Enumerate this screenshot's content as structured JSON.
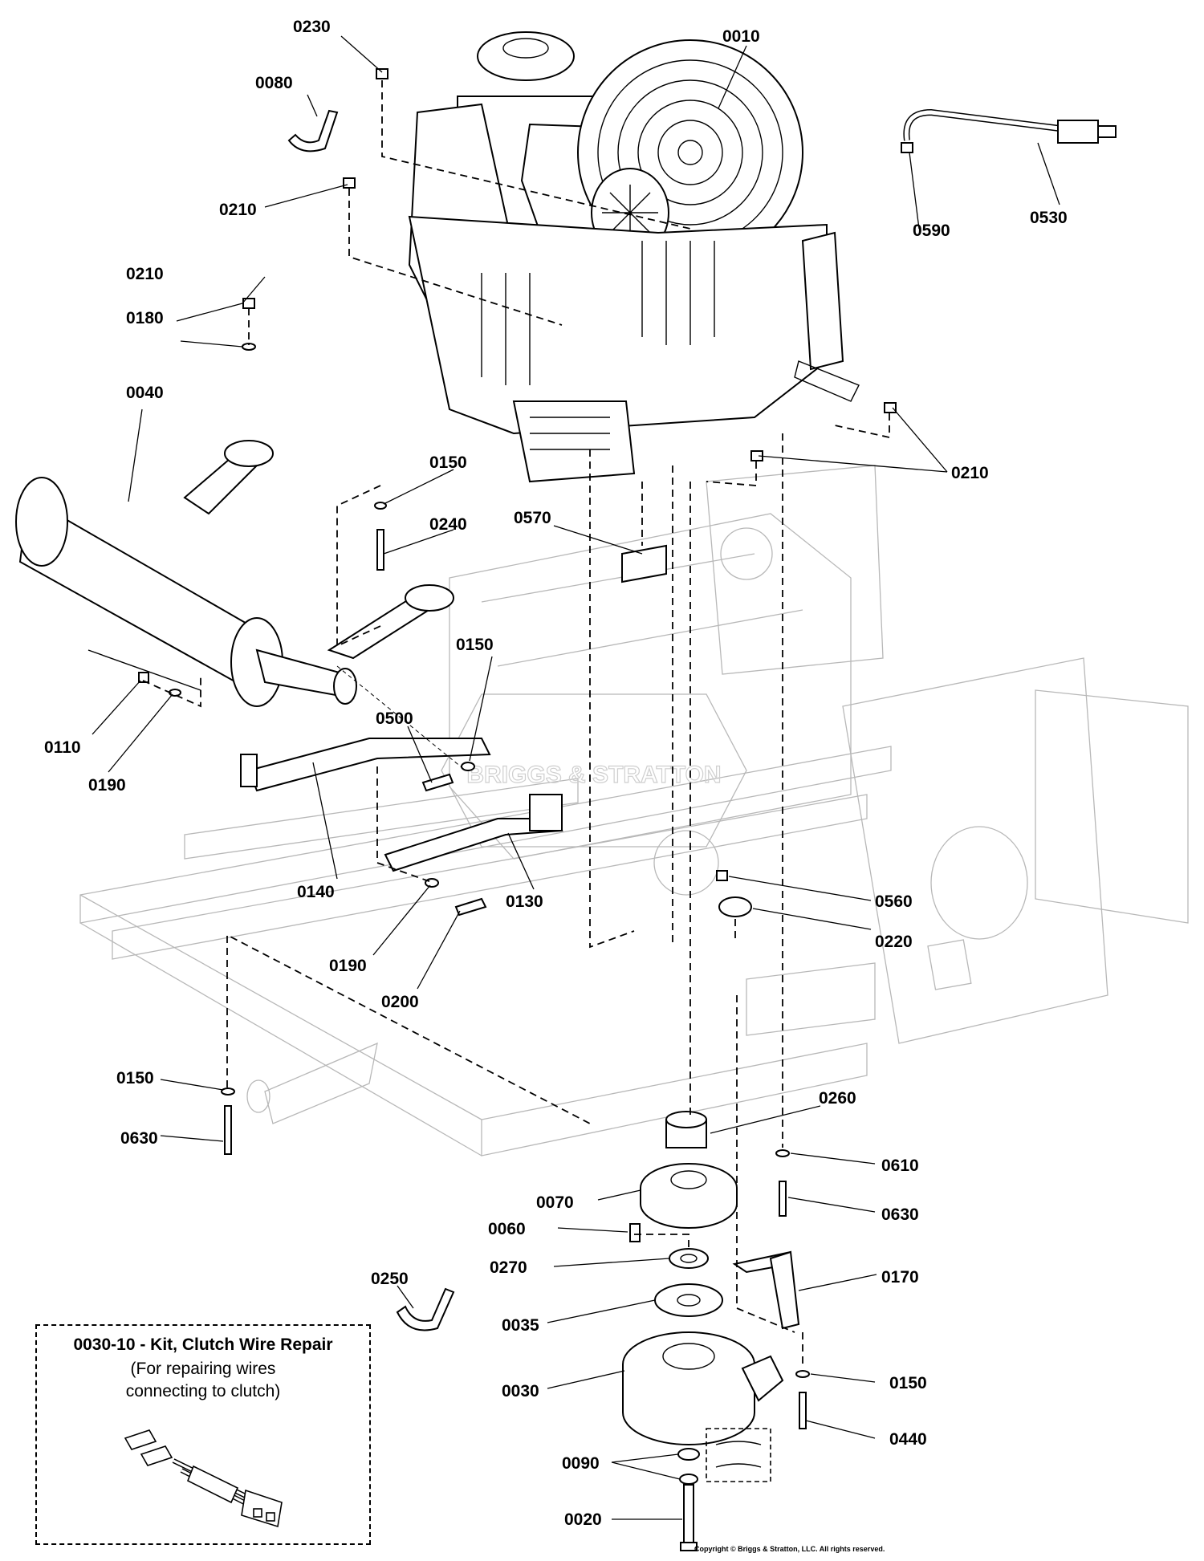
{
  "callouts": {
    "c0230": "0230",
    "c0010": "0010",
    "c0080": "0080",
    "c0210a": "0210",
    "c0590": "0590",
    "c0530": "0530",
    "c0210b": "0210",
    "c0180": "0180",
    "c0040": "0040",
    "c0150a": "0150",
    "c0210c": "0210",
    "c0240": "0240",
    "c0570": "0570",
    "c0150b": "0150",
    "c0110": "0110",
    "c0500": "0500",
    "c0190a": "0190",
    "c0140": "0140",
    "c0130": "0130",
    "c0560": "0560",
    "c0220": "0220",
    "c0190b": "0190",
    "c0200": "0200",
    "c0150c": "0150",
    "c0630a": "0630",
    "c0260": "0260",
    "c0610": "0610",
    "c0070": "0070",
    "c0630b": "0630",
    "c0060": "0060",
    "c0270": "0270",
    "c0170": "0170",
    "c0250": "0250",
    "c0035": "0035",
    "c0030": "0030",
    "c0150d": "0150",
    "c0440": "0440",
    "c0090": "0090",
    "c0020": "0020"
  },
  "kit": {
    "title": "0030-10 - Kit, Clutch Wire Repair",
    "line1": "(For repairing wires",
    "line2": "connecting to clutch)"
  },
  "watermark": "BRIGGS & STRATTON",
  "copyright": "Copyright © Briggs & Stratton, LLC. All rights reserved."
}
